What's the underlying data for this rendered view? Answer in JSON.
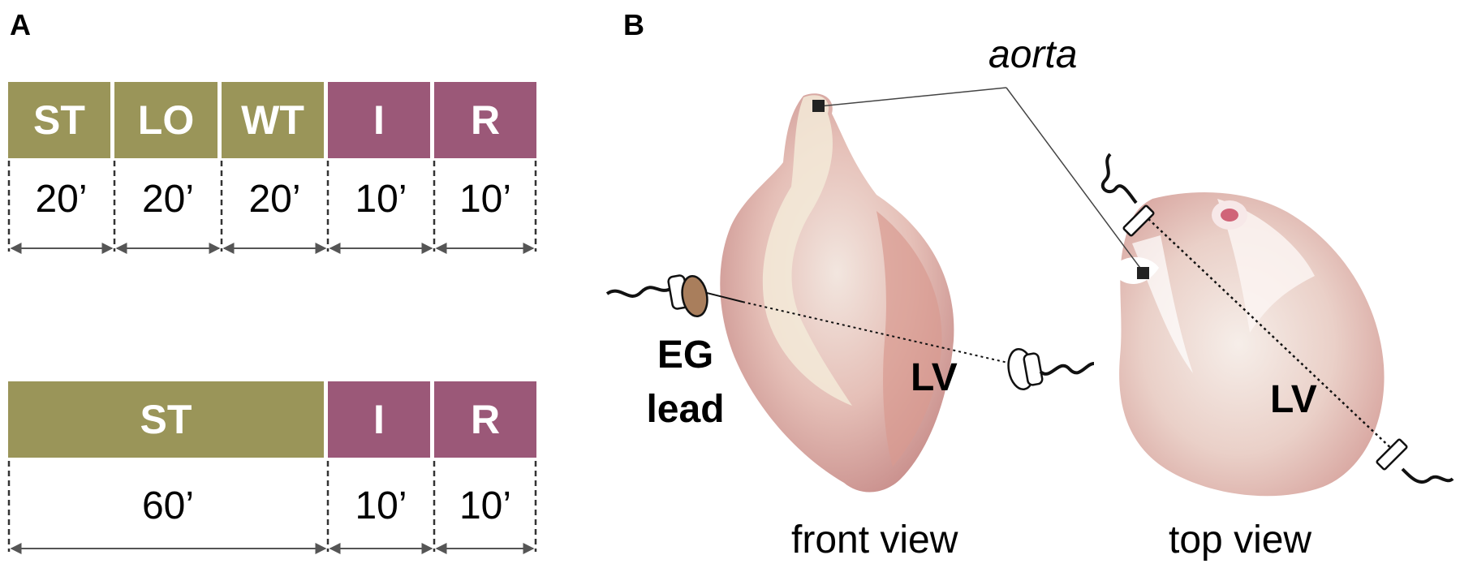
{
  "panels": {
    "a": "A",
    "b": "B"
  },
  "colors": {
    "olive": "#9a9559",
    "mauve": "#9b5878",
    "arrow": "#555555"
  },
  "protocol_1": {
    "segments": [
      {
        "label": "ST",
        "phase": "olive",
        "duration": "20’"
      },
      {
        "label": "LO",
        "phase": "olive",
        "duration": "20’"
      },
      {
        "label": "WT",
        "phase": "olive",
        "duration": "20’"
      },
      {
        "label": "I",
        "phase": "mauve",
        "duration": "10’"
      },
      {
        "label": "R",
        "phase": "mauve",
        "duration": "10’"
      }
    ]
  },
  "protocol_2": {
    "segments": [
      {
        "label": "ST",
        "phase": "olive",
        "duration": "60’"
      },
      {
        "label": "I",
        "phase": "mauve",
        "duration": "10’"
      },
      {
        "label": "R",
        "phase": "mauve",
        "duration": "10’"
      }
    ]
  },
  "heart": {
    "aorta_label": "aorta",
    "eg_lead_line1": "EG",
    "eg_lead_line2": "lead",
    "lv_front": "LV",
    "lv_top": "LV",
    "front_view_caption": "front view",
    "top_view_caption": "top view"
  }
}
